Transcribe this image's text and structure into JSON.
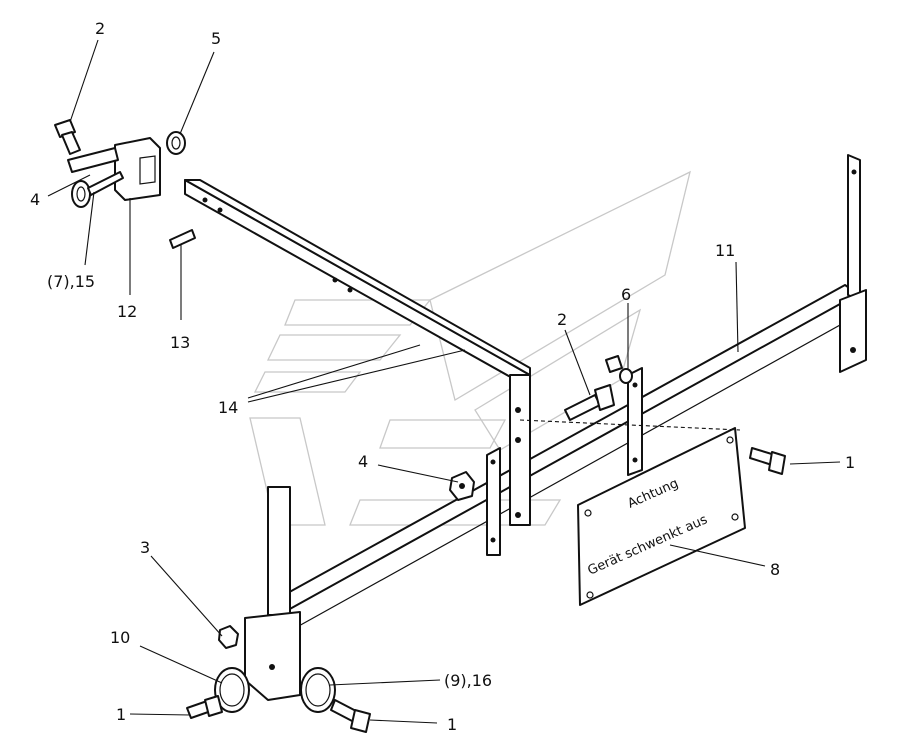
{
  "diagram": {
    "callouts": {
      "c2_top": "2",
      "c5": "5",
      "c4_left": "4",
      "c7_15": "(7),15",
      "c12": "12",
      "c13": "13",
      "c14": "14",
      "c11": "11",
      "c6": "6",
      "c2_mid": "2",
      "c4_mid": "4",
      "c1_right": "1",
      "c8": "8",
      "c3": "3",
      "c10": "10",
      "c9_16": "(9),16",
      "c1_bottom_left": "1",
      "c1_bottom_right": "1"
    },
    "sign": {
      "line1": "Achtung",
      "line2": "Gerät schwenkt aus"
    }
  }
}
